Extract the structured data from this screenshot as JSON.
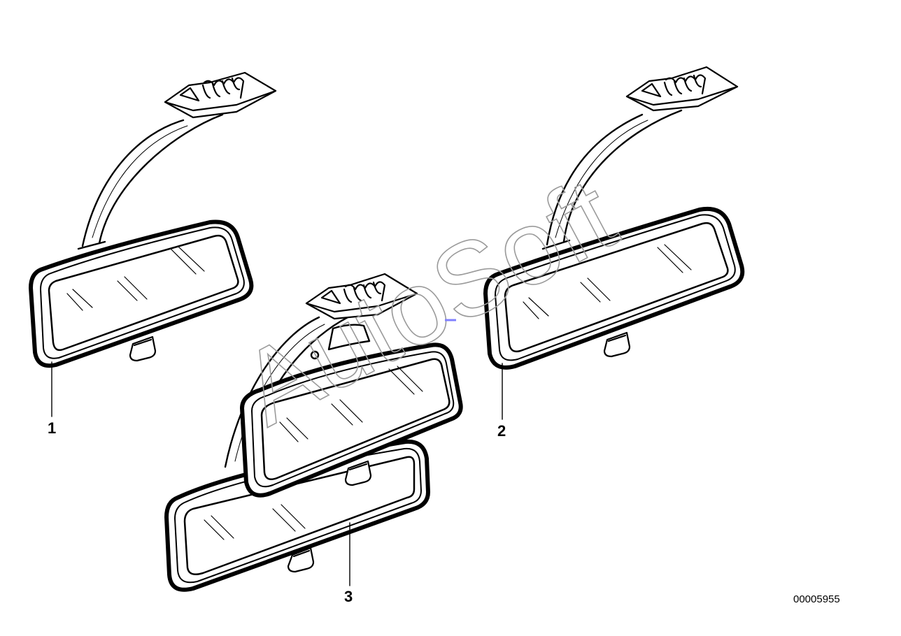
{
  "diagram": {
    "callouts": [
      "1",
      "2",
      "3"
    ],
    "watermark": "AutoSoft",
    "document_number": "00005955"
  },
  "colors": {
    "line": "#000000",
    "background": "#ffffff",
    "watermark": "#9a9a9a",
    "accent_mark": "#8080ff"
  }
}
